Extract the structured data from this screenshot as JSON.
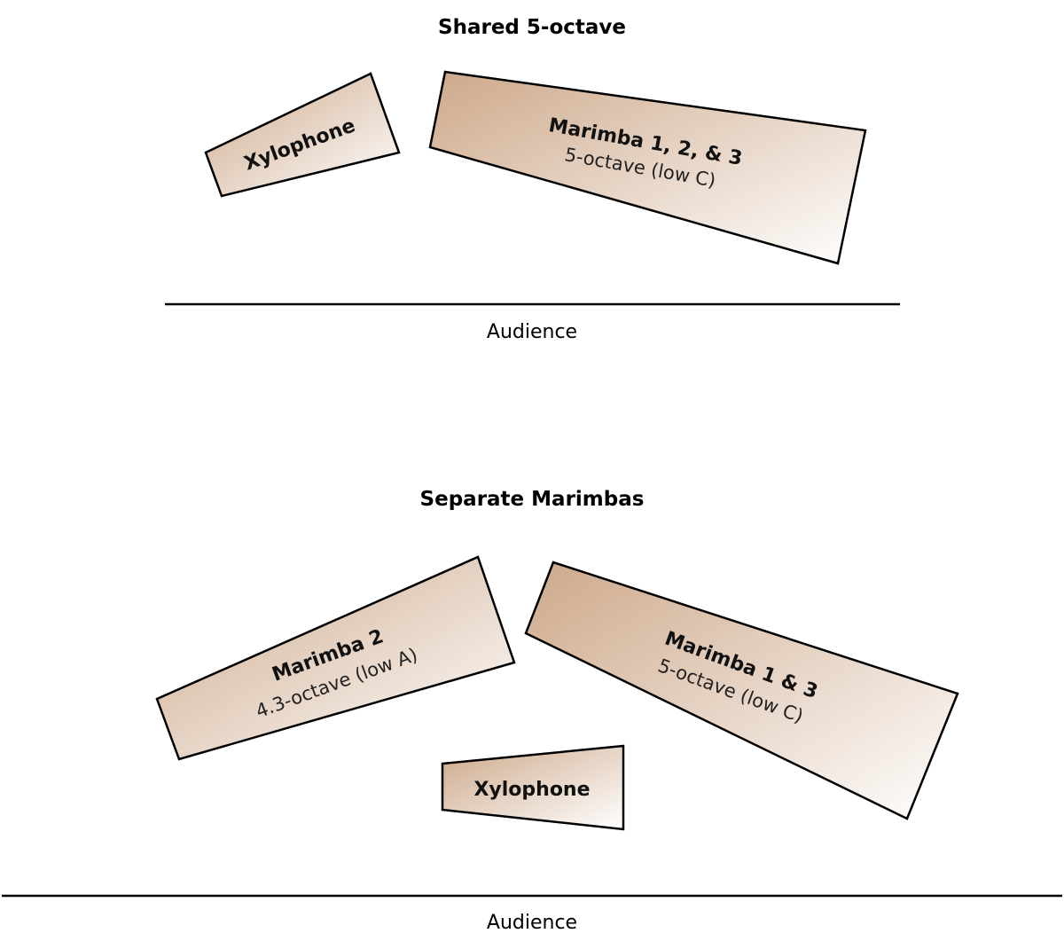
{
  "colors": {
    "wood_dark": "#cda88a",
    "wood_light": "#ffffff",
    "outline": "#000000"
  },
  "shared_setup": {
    "title": "Shared 5-octave",
    "audience_label": "Audience",
    "xylophone": {
      "name": "Xylophone"
    },
    "marimba": {
      "name": "Marimba 1, 2, & 3",
      "description": "5-octave (low C)"
    }
  },
  "separate_setup": {
    "title": "Separate Marimbas",
    "audience_label": "Audience",
    "marimba_2": {
      "name": "Marimba 2",
      "description": "4.3-octave (low A)"
    },
    "marimba_1_3": {
      "name": "Marimba 1 & 3",
      "description": "5-octave (low C)"
    },
    "xylophone": {
      "name": "Xylophone"
    }
  }
}
